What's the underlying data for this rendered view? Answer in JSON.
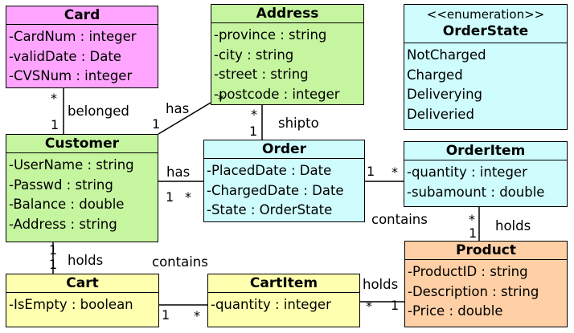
{
  "colors": {
    "card": "#ffa5ff",
    "address": "#c6f5a0",
    "customer": "#c6f5a0",
    "order": "#cffcfc",
    "order_state": "#cffcfc",
    "order_item": "#cffcfc",
    "cart": "#ffffb0",
    "cart_item": "#ffffb0",
    "product": "#ffcfa5"
  },
  "classes": {
    "card": {
      "name": "Card",
      "attributes": [
        "-CardNum : integer",
        "-validDate : Date",
        "-CVSNum : integer"
      ]
    },
    "address": {
      "name": "Address",
      "attributes": [
        "-province : string",
        "-city : string",
        "-street : string",
        "-postcode : integer"
      ]
    },
    "order_state": {
      "stereotype": "<<enumeration>>",
      "name": "OrderState",
      "values": [
        "NotCharged",
        "Charged",
        "Deliverying",
        "Deliveried"
      ]
    },
    "customer": {
      "name": "Customer",
      "attributes": [
        "-UserName : string",
        "-Passwd : string",
        "-Balance : double",
        "-Address : string"
      ]
    },
    "order": {
      "name": "Order",
      "attributes": [
        "-PlacedDate : Date",
        "-ChargedDate : Date",
        "-State : OrderState"
      ]
    },
    "order_item": {
      "name": "OrderItem",
      "attributes": [
        "-quantity : integer",
        "-subamount : double"
      ]
    },
    "product": {
      "name": "Product",
      "attributes": [
        "-ProductID : string",
        "-Description : string",
        "-Price : double"
      ]
    },
    "cart": {
      "name": "Cart",
      "attributes": [
        "-IsEmpty : boolean"
      ]
    },
    "cart_item": {
      "name": "CartItem",
      "attributes": [
        "-quantity : integer"
      ]
    }
  },
  "associations": {
    "card_customer": {
      "label": "belonged",
      "card_end": "*",
      "customer_end": "1"
    },
    "customer_address": {
      "label": "has",
      "address_end": "*",
      "customer_end": "1"
    },
    "address_order": {
      "label": "shipto",
      "address_end": "*",
      "order_end": "1"
    },
    "customer_order": {
      "label": "has",
      "customer_end": "1",
      "order_end": "*"
    },
    "order_orderitem": {
      "label": "contains",
      "order_end": "1",
      "orderitem_end": "*"
    },
    "orderitem_product": {
      "label": "holds",
      "orderitem_end": "*",
      "product_end": "1"
    },
    "customer_cart": {
      "label": "holds",
      "customer_end": "1",
      "cart_end": "1"
    },
    "cart_cartitem": {
      "label": "contains",
      "cart_end": "1",
      "cartitem_end": "*"
    },
    "cartitem_product": {
      "label": "holds",
      "cartitem_end": "*",
      "product_end": "1"
    }
  }
}
